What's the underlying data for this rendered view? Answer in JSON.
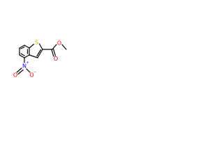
{
  "molecule": {
    "atoms": {
      "sulfur": {
        "label": "S",
        "color": "#c8b400"
      },
      "carbonyl_oxygen": {
        "label": "O",
        "color": "#ff0000"
      },
      "ester_oxygen": {
        "label": "O",
        "color": "#ff0000"
      },
      "nitro_nitrogen": {
        "label": "N",
        "charge": "+",
        "color": "#0000ff"
      },
      "nitro_oxygen_double": {
        "label": "O",
        "color": "#ff0000"
      },
      "nitro_oxygen_single": {
        "label": "O",
        "charge": "−",
        "color": "#ff0000"
      }
    },
    "bond_color": "#000000"
  }
}
